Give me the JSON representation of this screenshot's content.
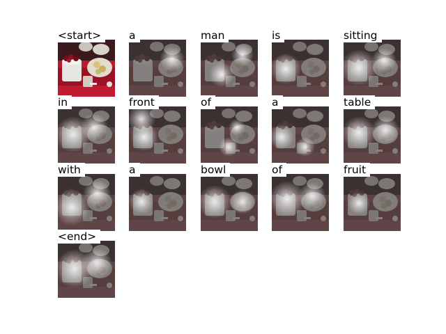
{
  "caption_words": [
    "<start>",
    "a",
    "man",
    "is",
    "sitting",
    "in",
    "front",
    "of",
    "a",
    "table",
    "with",
    "a",
    "bowl",
    "of",
    "fruit",
    "<end>"
  ],
  "colors": {
    "background": "#ffffff",
    "label_text": "#000000",
    "photo_red": "#b3142a",
    "photo_dark": "#1a0c0e"
  }
}
